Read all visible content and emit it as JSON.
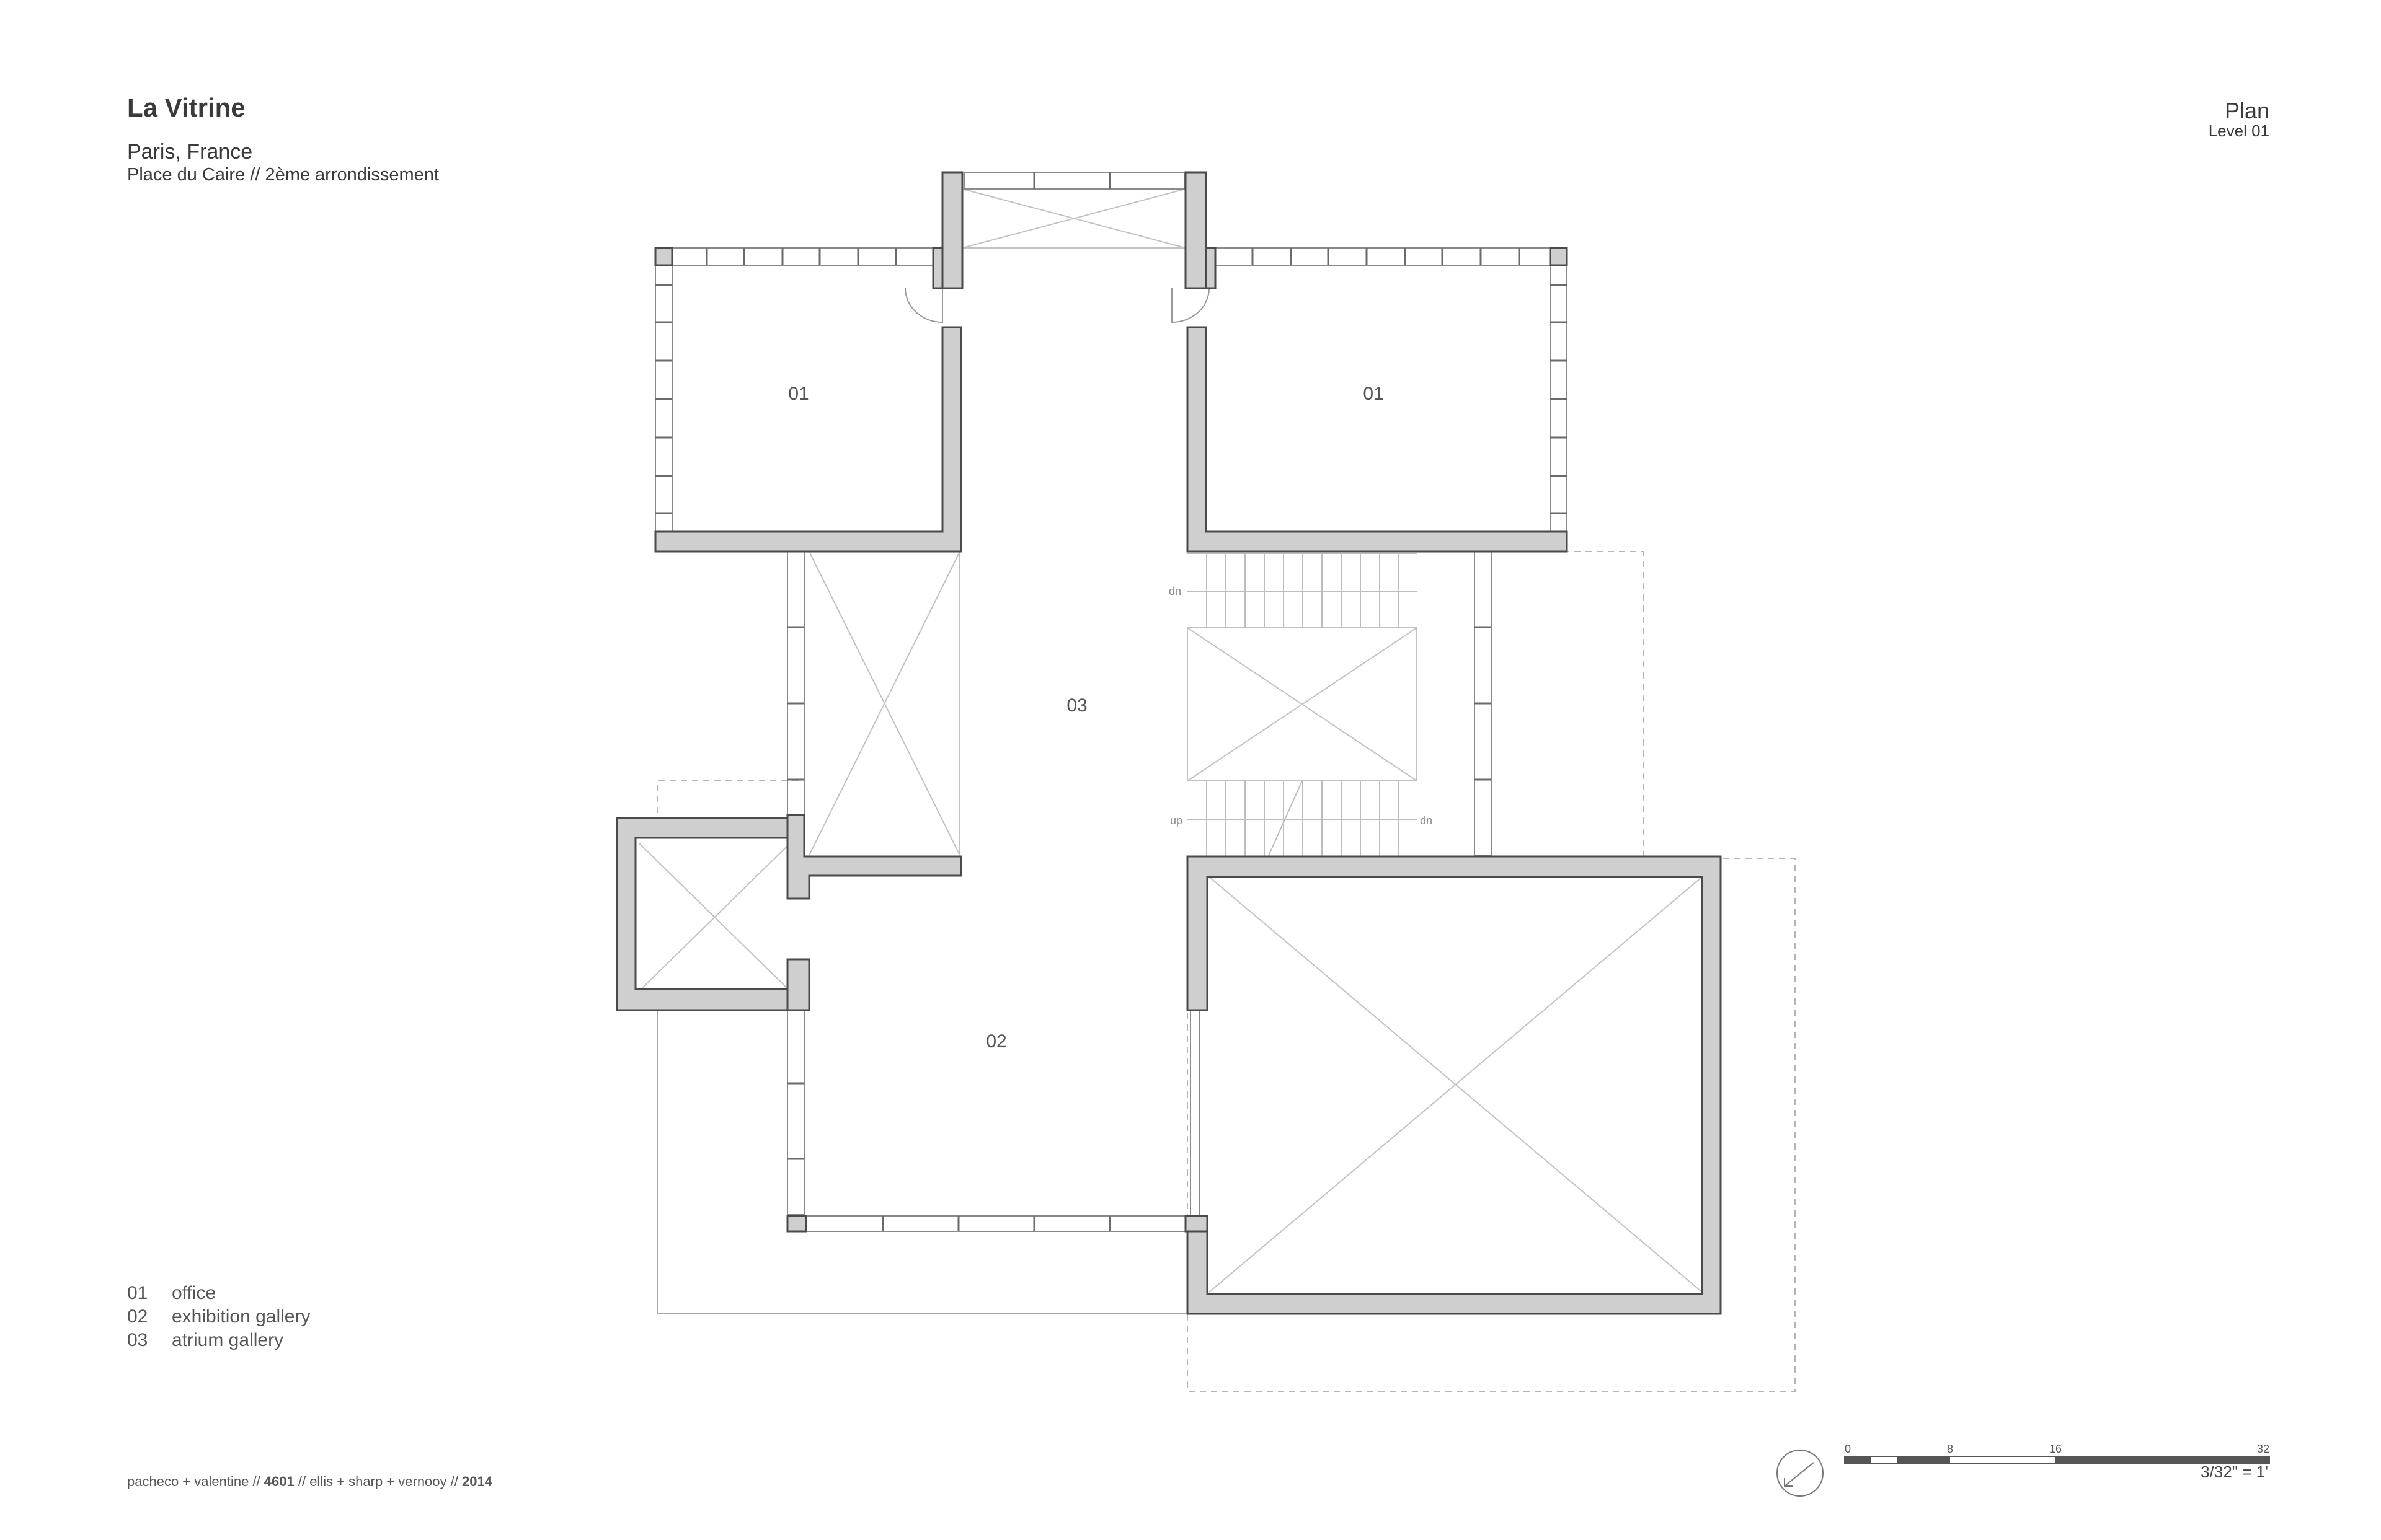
{
  "header": {
    "title": "La Vitrine",
    "city": "Paris, France",
    "address": "Place du Caire // 2ème arrondissement"
  },
  "sheet": {
    "title": "Plan",
    "level": "Level 01"
  },
  "rooms": {
    "office_west": "01",
    "office_east": "01",
    "atrium": "03",
    "exhibition": "02"
  },
  "stair_labels": {
    "dn_top": "dn",
    "up": "up",
    "dn_bottom": "dn"
  },
  "legend": [
    {
      "num": "01",
      "name": "office"
    },
    {
      "num": "02",
      "name": "exhibition gallery"
    },
    {
      "num": "03",
      "name": "atrium gallery"
    }
  ],
  "credits": {
    "authors": "pacheco + valentine",
    "course": "4601",
    "instructors": "ellis + sharp + vernooy",
    "year": "2014"
  },
  "scale_bar": {
    "ticks": [
      "0",
      "8",
      "16",
      "32"
    ],
    "label": "3/32\" = 1'"
  },
  "colors": {
    "wall_fill": "#cfcfcf",
    "wall_stroke": "#4a4a4a",
    "thin_line": "#9a9a9a"
  },
  "icons": {
    "north_arrow": "north-arrow-icon"
  }
}
